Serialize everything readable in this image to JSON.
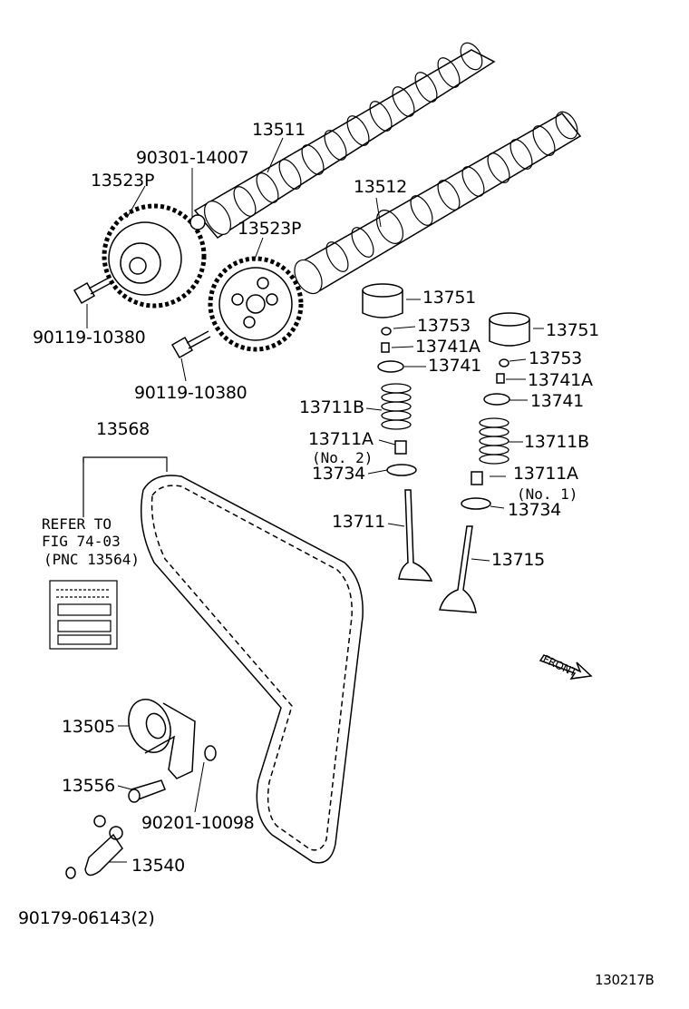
{
  "labels": {
    "camshaft_1": "13511",
    "bolt_plug": "90301-14007",
    "gear_1": "13523P",
    "camshaft_2": "13512",
    "gear_2": "13523P",
    "bolt_1": "90119-10380",
    "bolt_2": "90119-10380",
    "lifter_l": "13751",
    "lifter_r": "13751",
    "shim_l": "13753",
    "shim_r": "13753",
    "key_l": "13741A",
    "key_r": "13741A",
    "retainer_l": "13741",
    "retainer_r": "13741",
    "spring_l": "13711B",
    "spring_r": "13711B",
    "seal_l": "13711A",
    "seal_r": "13711A",
    "no2": "(No. 2)",
    "no1": "(No. 1)",
    "seat_l": "13734",
    "seat_r": "13734",
    "intake_valve": "13711",
    "exhaust_valve": "13715",
    "belt": "13568",
    "tensioner": "13505",
    "bolt_3": "13556",
    "nut_1": "90201-10098",
    "idler_bracket": "13540",
    "nut_2": "90179-06143(2)",
    "front": "FRONT",
    "figure_id": "130217B"
  },
  "note": {
    "line1": "REFER TO",
    "line2": "FIG 74-03",
    "line3": "(PNC 13564)"
  }
}
